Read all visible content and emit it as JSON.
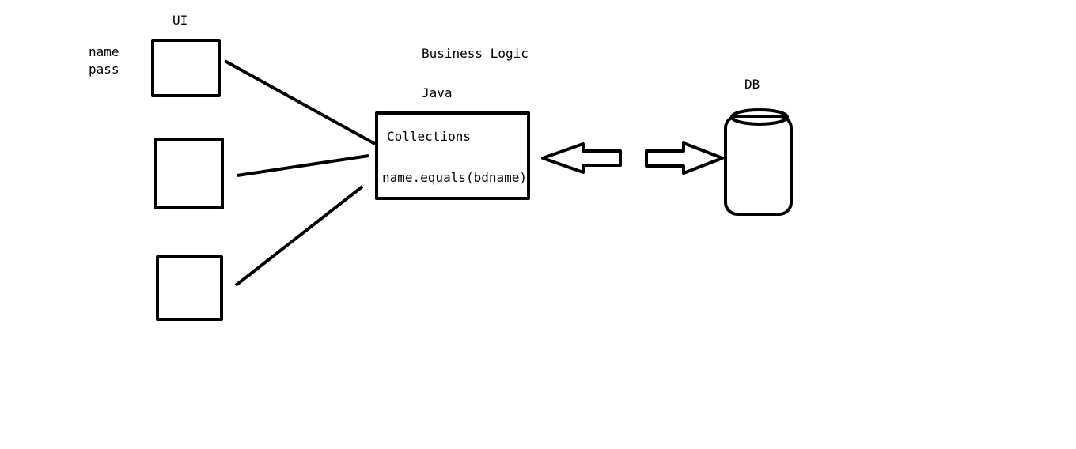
{
  "labels": {
    "ui": "UI",
    "name": "name",
    "pass": "pass",
    "business_logic": "Business Logic",
    "java": "Java",
    "collections": "Collections",
    "equals_call": "name.equals(bdname)",
    "db": "DB"
  },
  "colors": {
    "stroke": "#000000",
    "background": "#ffffff"
  }
}
